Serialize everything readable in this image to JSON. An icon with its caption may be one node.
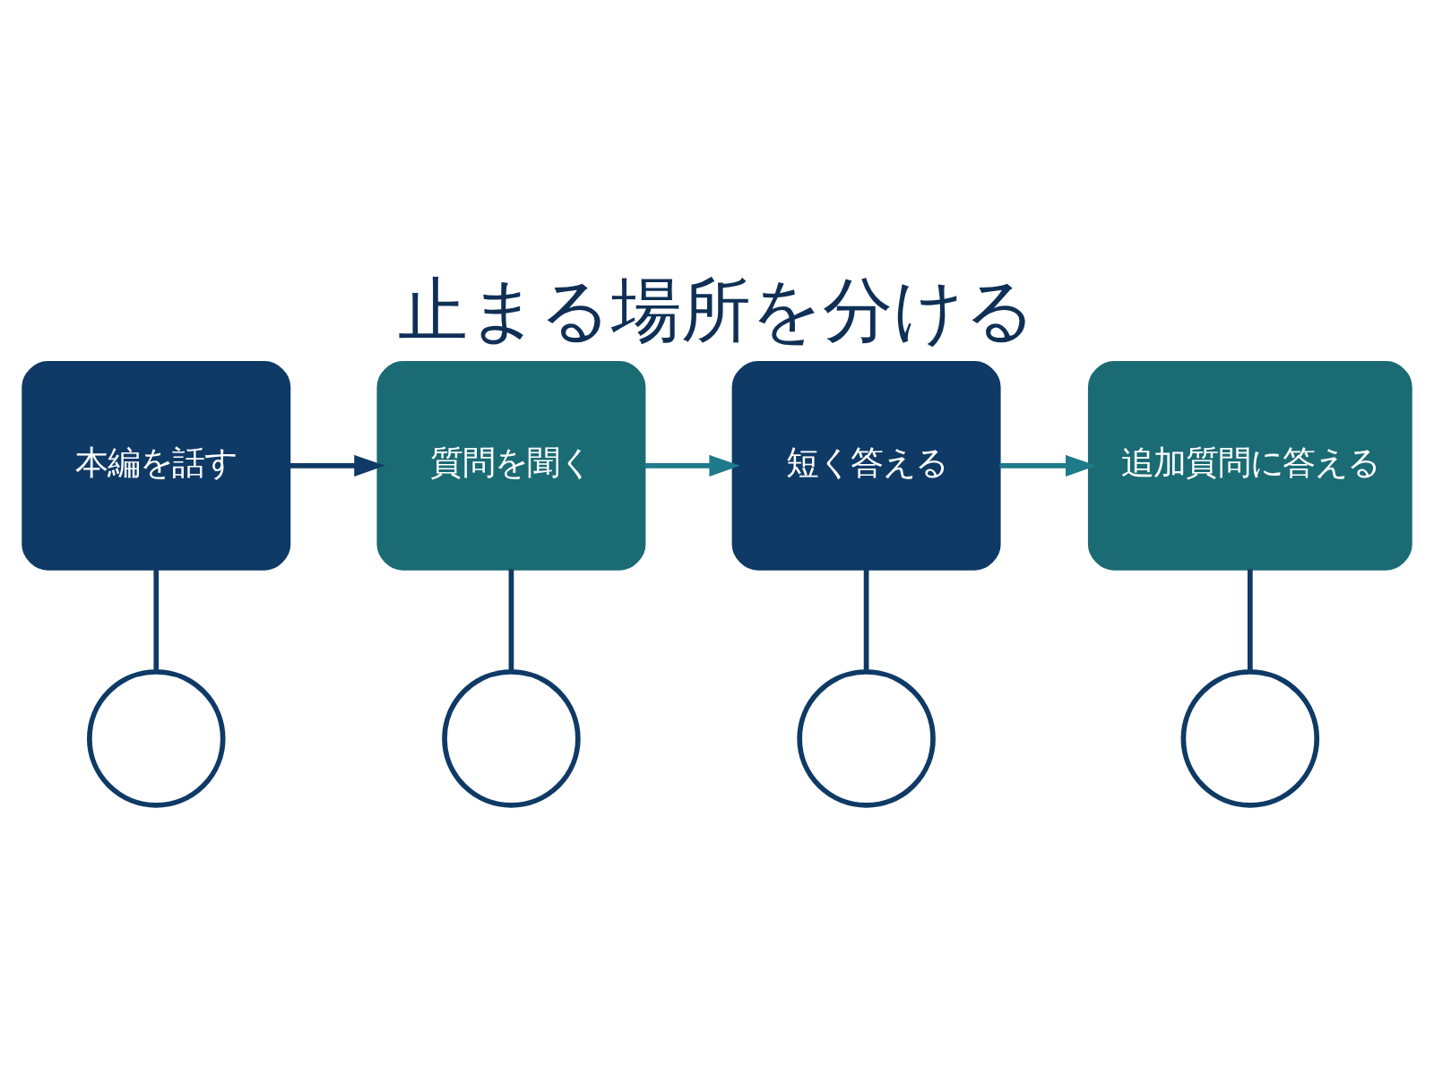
{
  "diagram": {
    "title": "止まる場所を分ける",
    "nodes": [
      {
        "text": [
          "本編を話す"
        ]
      },
      {
        "text": [
          "質問を聞く"
        ]
      },
      {
        "text": [
          "短く答える"
        ]
      },
      {
        "text": [
          "追加質問に答える"
        ]
      },
      {
        "text": [],
        "shape": "circle"
      },
      {
        "text": [],
        "shape": "circle"
      },
      {
        "text": [],
        "shape": "circle"
      },
      {
        "text": [],
        "shape": "circle"
      }
    ],
    "edges": [
      {
        "from": 0,
        "to": 1,
        "arrow": "to"
      },
      {
        "from": 1,
        "to": 2,
        "arrow": "to",
        "color": "#1f7a8a"
      },
      {
        "from": 2,
        "to": 3,
        "arrow": "to",
        "color": "#1f7a8a"
      },
      {
        "from": 0,
        "to": 4,
        "arrow": "none"
      },
      {
        "from": 1,
        "to": 5,
        "arrow": "none"
      },
      {
        "from": 2,
        "to": 6,
        "arrow": "none"
      },
      {
        "from": 3,
        "to": 7,
        "arrow": "none"
      }
    ]
  }
}
